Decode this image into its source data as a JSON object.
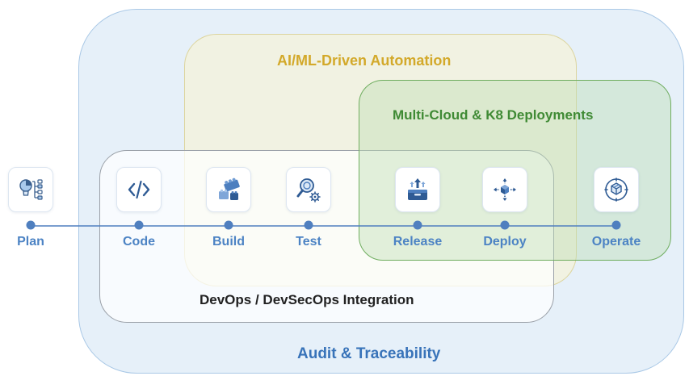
{
  "regions": {
    "audit": "Audit & Traceability",
    "ai_ml": "AI/ML-Driven Automation",
    "multi_cloud": "Multi-Cloud & K8 Deployments",
    "devops": "DevOps / DevSecOps Integration"
  },
  "steps": [
    {
      "label": "Plan",
      "icon": "plan-icon"
    },
    {
      "label": "Code",
      "icon": "code-icon"
    },
    {
      "label": "Build",
      "icon": "build-icon"
    },
    {
      "label": "Test",
      "icon": "test-icon"
    },
    {
      "label": "Release",
      "icon": "release-icon"
    },
    {
      "label": "Deploy",
      "icon": "deploy-icon"
    },
    {
      "label": "Operate",
      "icon": "operate-icon"
    }
  ],
  "colors": {
    "audit": "#3873b9",
    "ai_ml": "#d3a92a",
    "multi_cloud": "#3f8a34",
    "devops": "#222222",
    "step_label": "#4c83c4",
    "timeline": "#4f7fbf"
  }
}
